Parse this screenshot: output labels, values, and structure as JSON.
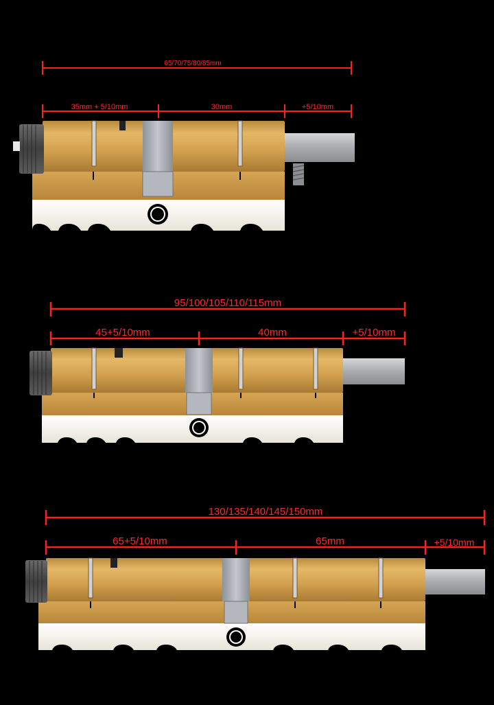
{
  "colors": {
    "background": "#000000",
    "dimension": "#ff2020",
    "brass": "#d3a14e",
    "nickel_body": "#f3f1e6",
    "steel_cam": "#a9adb4",
    "shaft": "#b2b4b7",
    "knob": "#4b4b4b"
  },
  "diagrams": [
    {
      "total_label": "65/70/75/80/85mm",
      "left_label": "35mm + 5/10mm",
      "middle_label": "30mm",
      "right_label": "+5/10mm"
    },
    {
      "total_label": "95/100/105/110/115mm",
      "left_label": "45+5/10mm",
      "middle_label": "40mm",
      "right_label": "+5/10mm"
    },
    {
      "total_label": "130/135/140/145/150mm",
      "left_label": "65+5/10mm",
      "middle_label": "65mm",
      "right_label": "+5/10mm"
    }
  ]
}
